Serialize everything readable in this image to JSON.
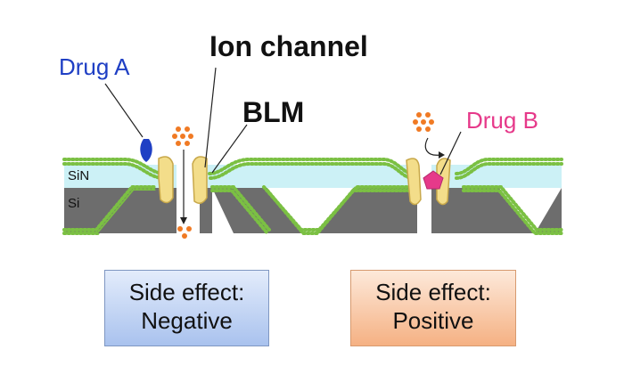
{
  "labels": {
    "drug_a": "Drug A",
    "ion_channel": "Ion channel",
    "blm": "BLM",
    "drug_b": "Drug B",
    "sin": "SiN",
    "si": "Si"
  },
  "boxes": {
    "negative": {
      "line1": "Side effect:",
      "line2": "Negative"
    },
    "positive": {
      "line1": "Side effect:",
      "line2": "Positive"
    }
  },
  "colors": {
    "drug_a": "#1f3fc4",
    "drug_b": "#e6398a",
    "sin_layer": "#ccf1f6",
    "si_layer": "#6d6d6d",
    "membrane": "#7bc043",
    "channel": "#f3dd8a",
    "ion": "#f07a24"
  }
}
